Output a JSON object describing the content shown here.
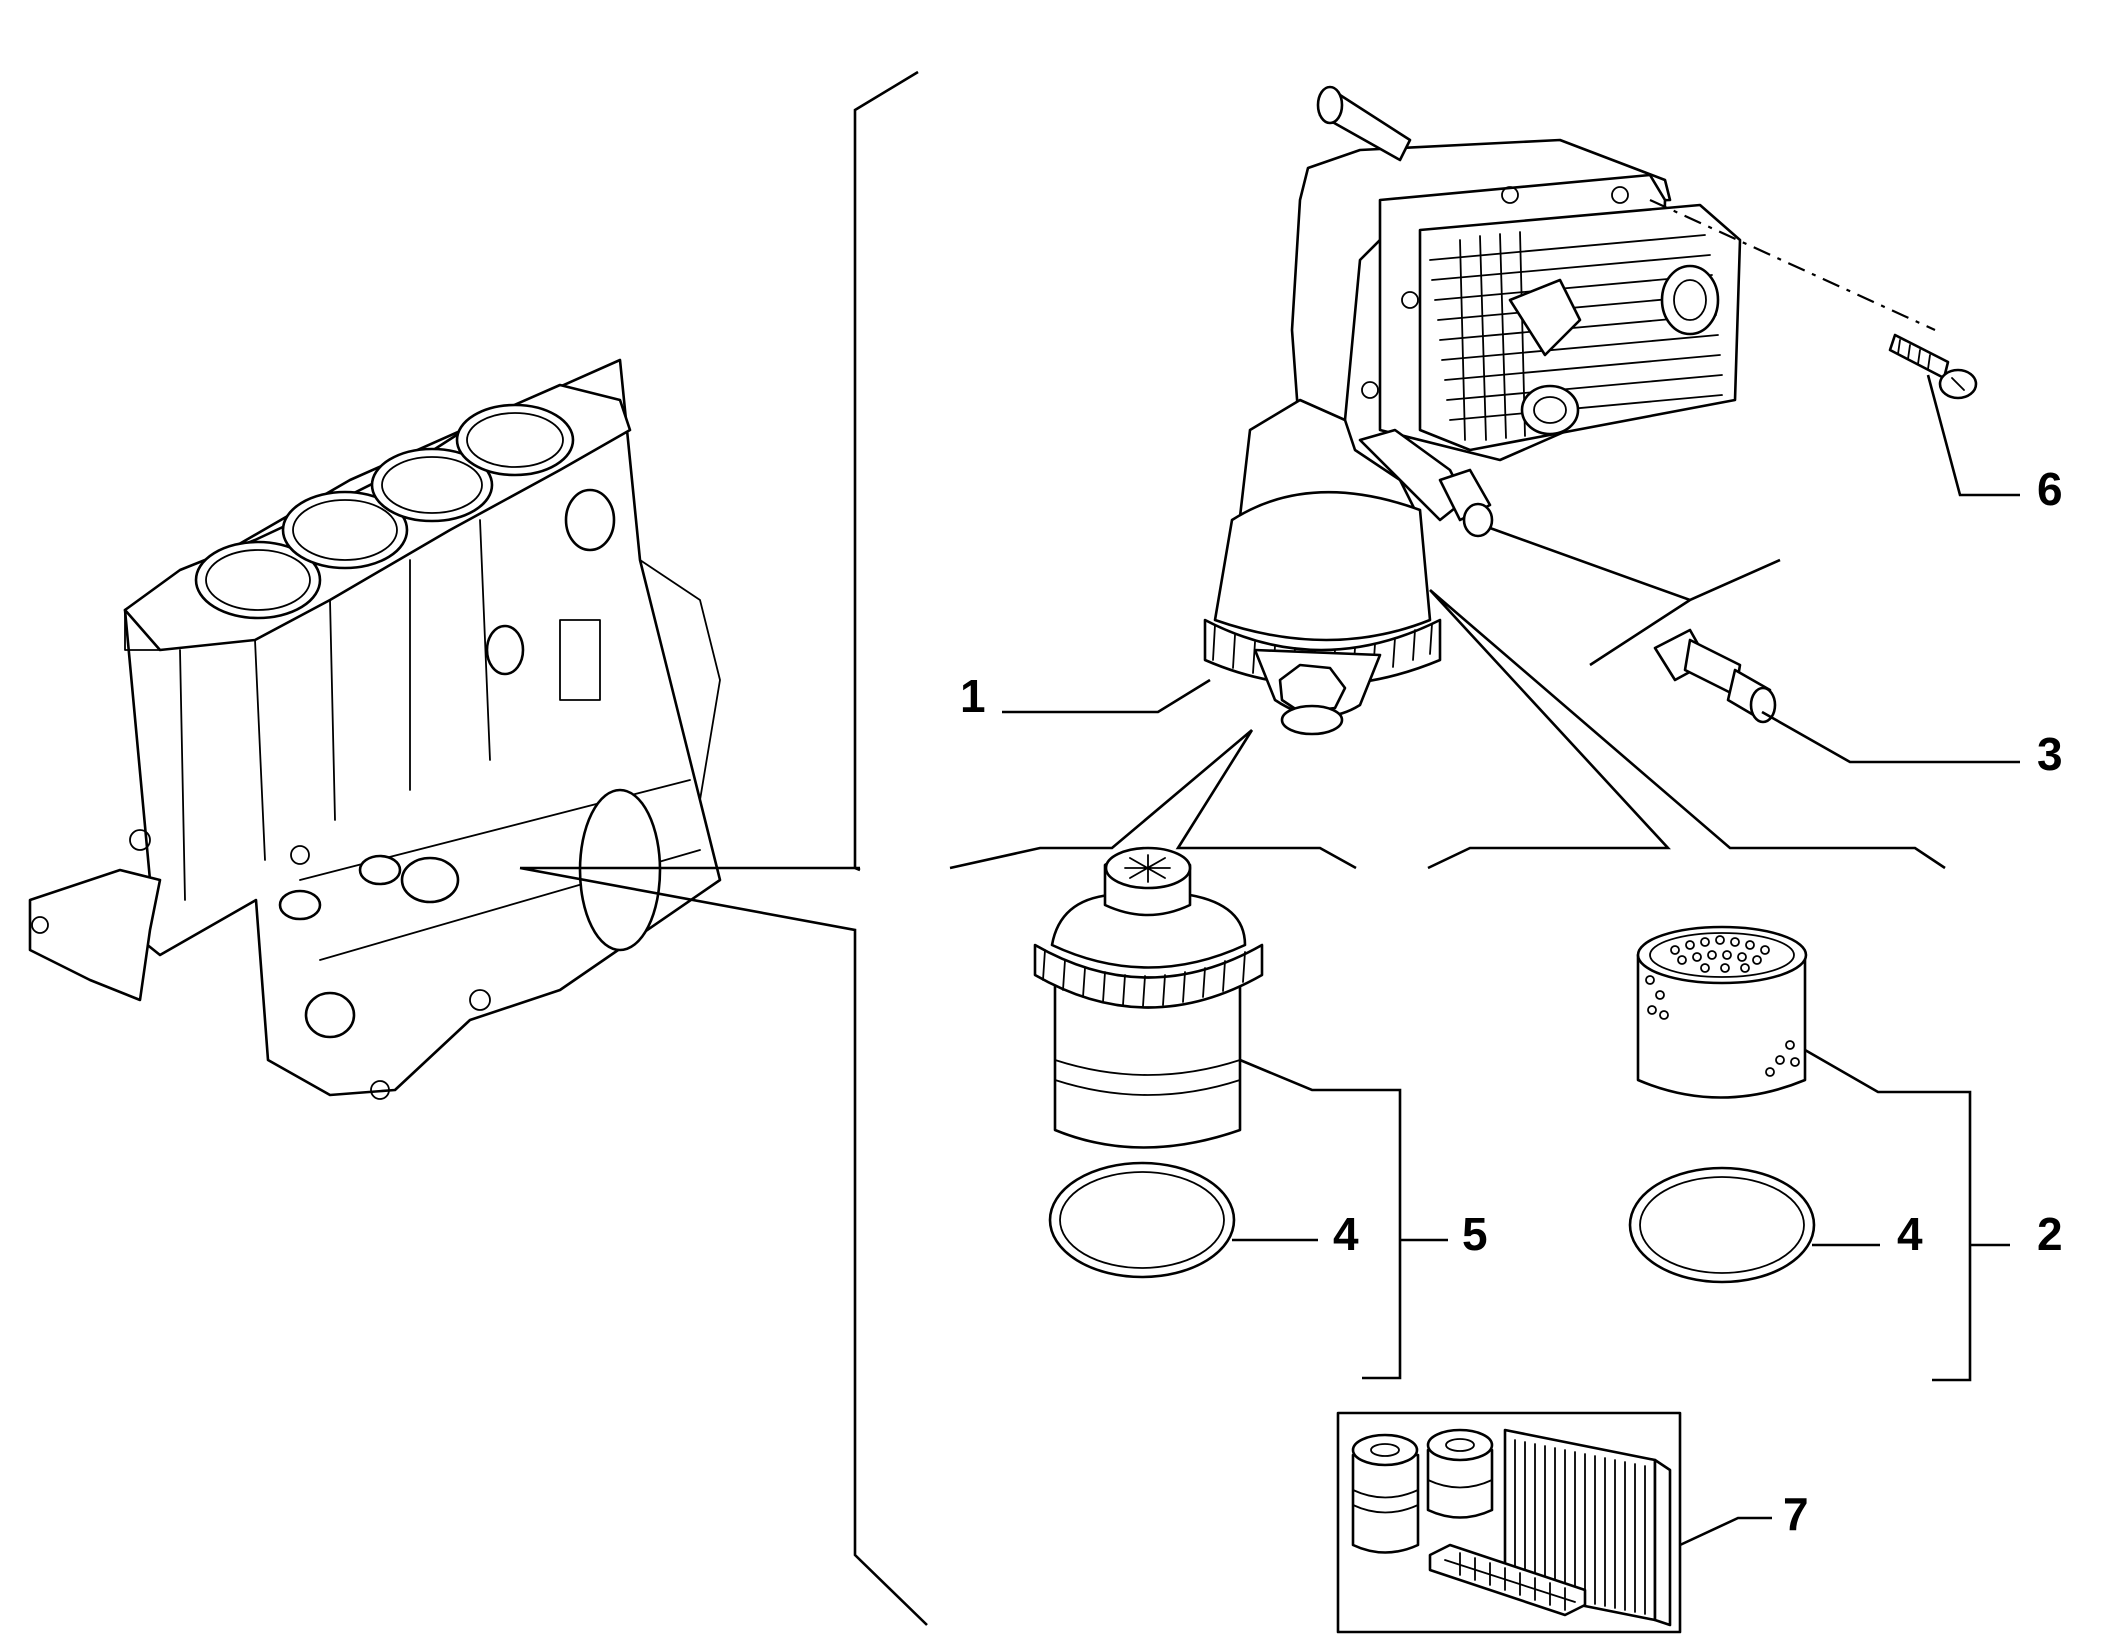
{
  "diagram": {
    "callouts": {
      "c1": "1",
      "c2": "2",
      "c3": "3",
      "c4a": "4",
      "c4b": "4",
      "c5": "5",
      "c6": "6",
      "c7": "7"
    },
    "parts": [
      "engine-block",
      "oil-filter-housing",
      "pressure-sensor",
      "screw",
      "filter-cartridge-assembly",
      "filter-element",
      "o-ring",
      "service-kit"
    ]
  }
}
